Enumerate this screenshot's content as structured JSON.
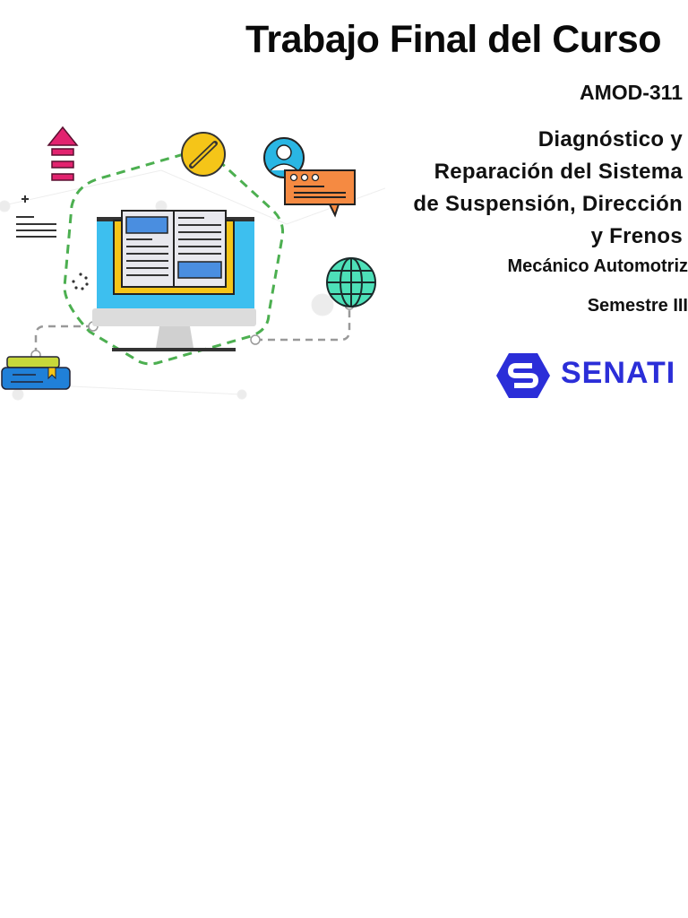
{
  "cover": {
    "title": "Trabajo Final del Curso",
    "course_code": "AMOD-311",
    "course_name_lines": [
      "Diagnóstico y",
      "Reparación del Sistema",
      "de Suspensión, Dirección",
      "y Frenos"
    ],
    "career": "Mecánico Automotriz",
    "semester": "Semestre III",
    "institution": "SENATI"
  },
  "colors": {
    "brand_blue": "#2b2ed8",
    "dashed_green": "#4caf50",
    "screen_blue": "#3dbfef",
    "book_yellow": "#f5c518",
    "arrow_pink": "#e2236f",
    "chat_orange": "#f58a42",
    "globe_teal": "#4de0b8"
  },
  "icons": [
    "upload-arrow-icon",
    "notes-icon",
    "pencil-icon",
    "user-icon",
    "chat-bubble-icon",
    "globe-icon",
    "books-icon",
    "monitor-book-icon"
  ]
}
